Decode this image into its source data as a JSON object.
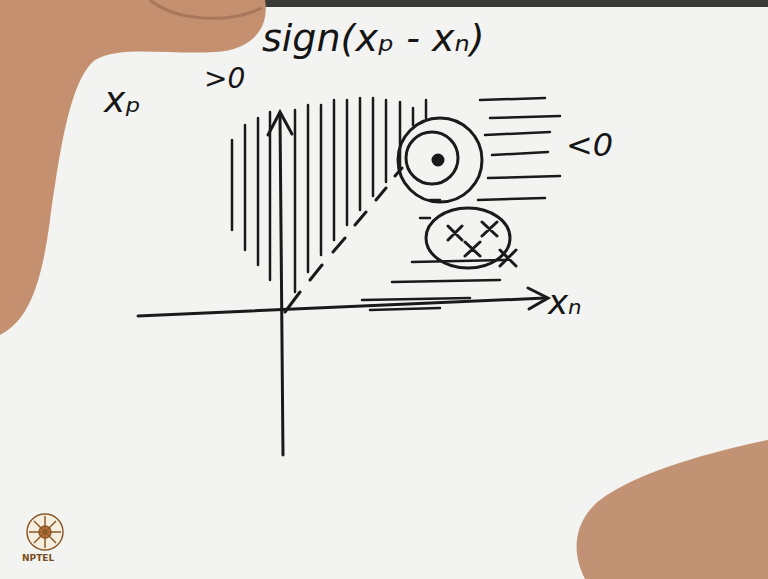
{
  "diagram": {
    "labels": [
      "sign(xₚ - xₙ)",
      "xₚ",
      ">0",
      "<0",
      "xₙ",
      "NPTEL"
    ]
  }
}
